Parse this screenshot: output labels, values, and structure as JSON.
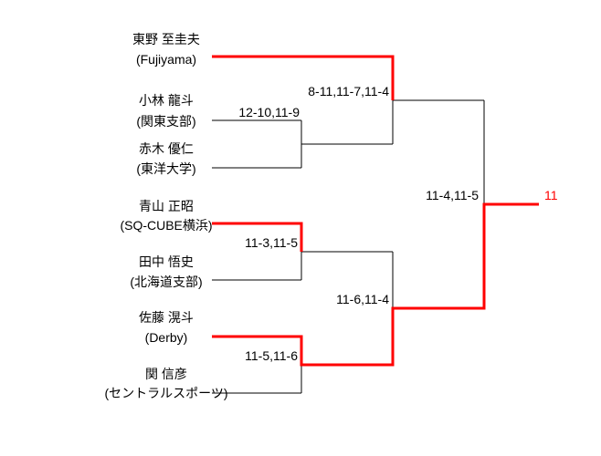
{
  "bracket": {
    "players": [
      {
        "name": "東野 至圭夫",
        "affiliation": "(Fujiyama)"
      },
      {
        "name": "小林 龍斗",
        "affiliation": "(関東支部)"
      },
      {
        "name": "赤木 優仁",
        "affiliation": "(東洋大学)"
      },
      {
        "name": "青山 正昭",
        "affiliation": "(SQ-CUBE横浜)"
      },
      {
        "name": "田中 悟史",
        "affiliation": "(北海道支部)"
      },
      {
        "name": "佐藤 滉斗",
        "affiliation": "(Derby)"
      },
      {
        "name": "関 信彦",
        "affiliation": "(セントラルスポーツ)"
      }
    ],
    "scores": {
      "quarter_top": "12-10,11-9",
      "semi_top": "8-11,11-7,11-4",
      "quarter_middle": "11-3,11-5",
      "semi_bottom": "11-6,11-4",
      "quarter_bottom": "11-5,11-6",
      "final": "11-4,11-5"
    },
    "champion_label": "11",
    "colors": {
      "winner_path": "#ff0000",
      "line": "#000000",
      "text": "#000000",
      "background": "#ffffff"
    }
  }
}
